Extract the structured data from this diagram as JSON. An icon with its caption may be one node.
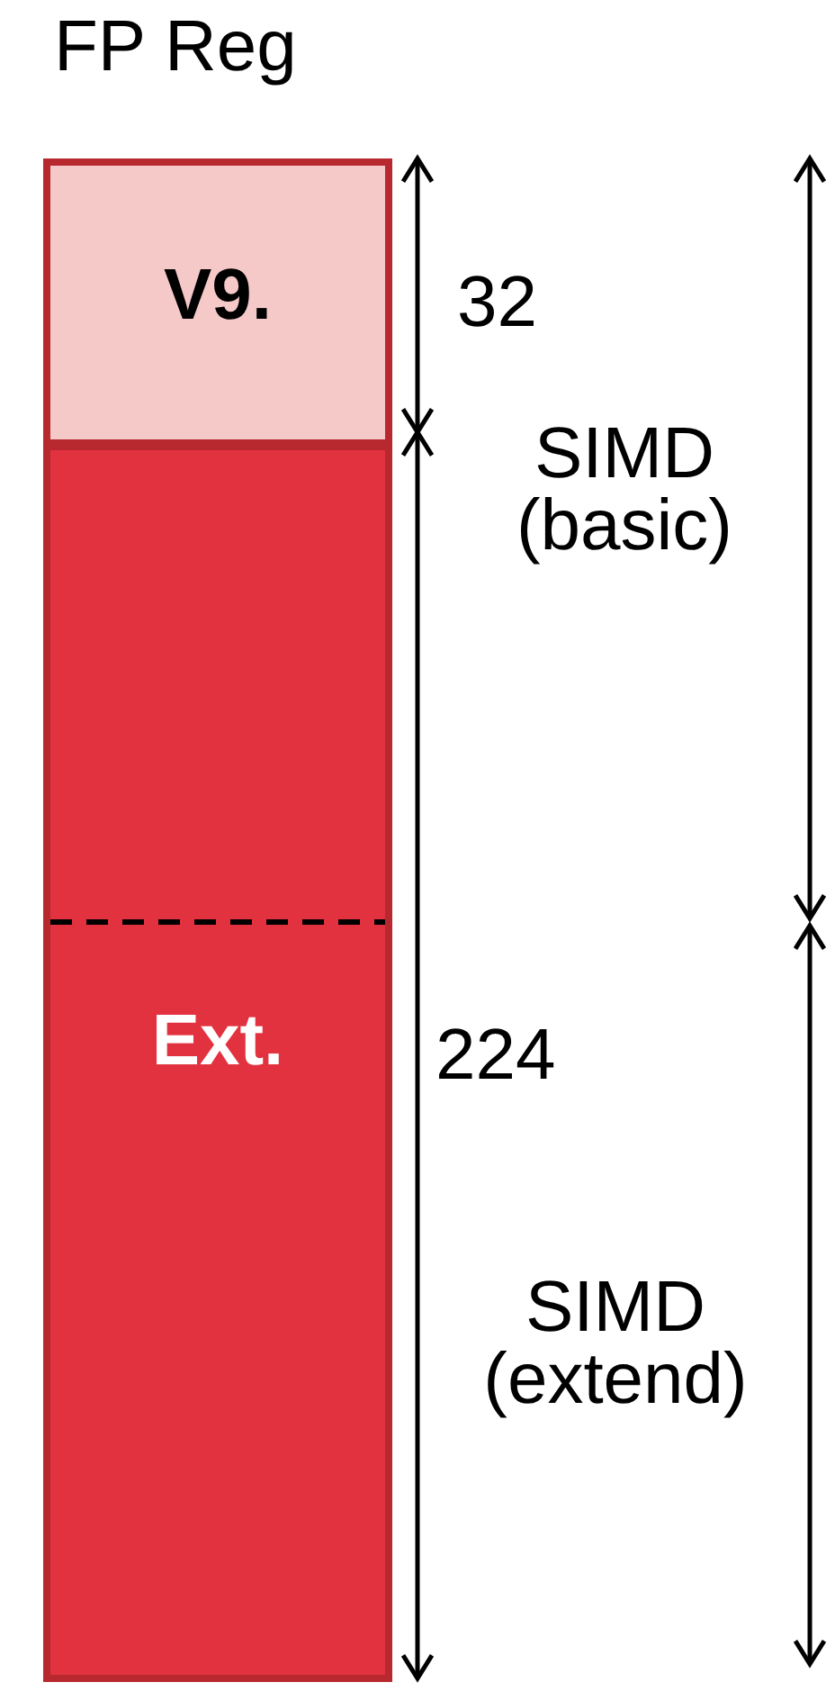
{
  "diagram": {
    "title": "FP Reg",
    "nodes": [
      {
        "text": [
          "V9."
        ]
      },
      {
        "text": [
          "Ext."
        ]
      }
    ],
    "labels": [
      "32",
      "224",
      "SIMD (basic)",
      "SIMD (extend)"
    ]
  }
}
